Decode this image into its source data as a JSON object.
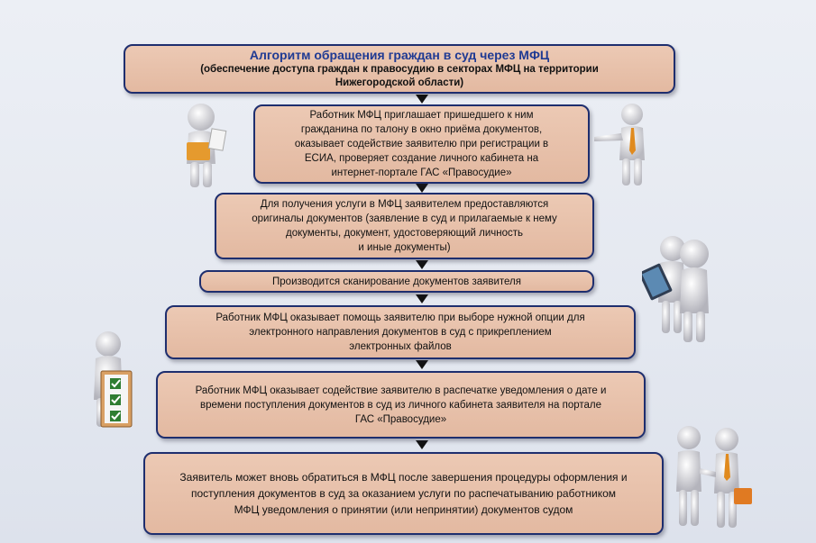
{
  "title": {
    "main": "Алгоритм обращения граждан в суд через МФЦ",
    "sub_line1": "(обеспечение доступа граждан к правосудию  в секторах МФЦ на территории",
    "sub_line2": "Нижегородской области)"
  },
  "steps": [
    {
      "lines": [
        "Работник МФЦ приглашает пришедшего к ним",
        "гражданина по талону в окно приёма документов,",
        "оказывает содействие заявителю при регистрации в",
        "ЕСИА, проверяет создание личного кабинета на",
        "интернет-портале ГАС «Правосудие»"
      ]
    },
    {
      "lines": [
        "Для получения услуги в МФЦ заявителем предоставляются",
        "оригиналы документов (заявление в суд и прилагаемые к нему",
        "документы, документ, удостоверяющий личность",
        "и иные документы)"
      ]
    },
    {
      "lines": [
        "Производится сканирование документов заявителя"
      ]
    },
    {
      "lines": [
        "Работник МФЦ оказывает помощь заявителю при выборе нужной опции для",
        "электронного направления документов в суд с прикреплением",
        "электронных файлов"
      ]
    },
    {
      "lines": [
        "Работник МФЦ  оказывает содействие заявителю в распечатке уведомления о дате и",
        "времени поступления документов в суд из личного кабинета заявителя на портале",
        "ГАС «Правосудие»"
      ]
    },
    {
      "lines": [
        "Заявитель может вновь обратиться в МФЦ после завершения процедуры оформления и",
        "поступления документов в суд   за оказанием услуги по распечатыванию  работником",
        "МФЦ  уведомления о принятии (или непринятии) документов судом"
      ]
    }
  ],
  "colors": {
    "box_fill": "#e3b9a1",
    "box_border": "#1e2e6e",
    "title_text": "#1f3a93",
    "arrow": "#111111",
    "tie": "#e08a1e",
    "figure": "#d8d8dc"
  },
  "illustrations": [
    {
      "name": "person-with-folder-icon"
    },
    {
      "name": "person-presenting-icon"
    },
    {
      "name": "two-people-with-tablet-icon"
    },
    {
      "name": "person-with-checklist-icon"
    },
    {
      "name": "handshake-people-icon"
    }
  ]
}
